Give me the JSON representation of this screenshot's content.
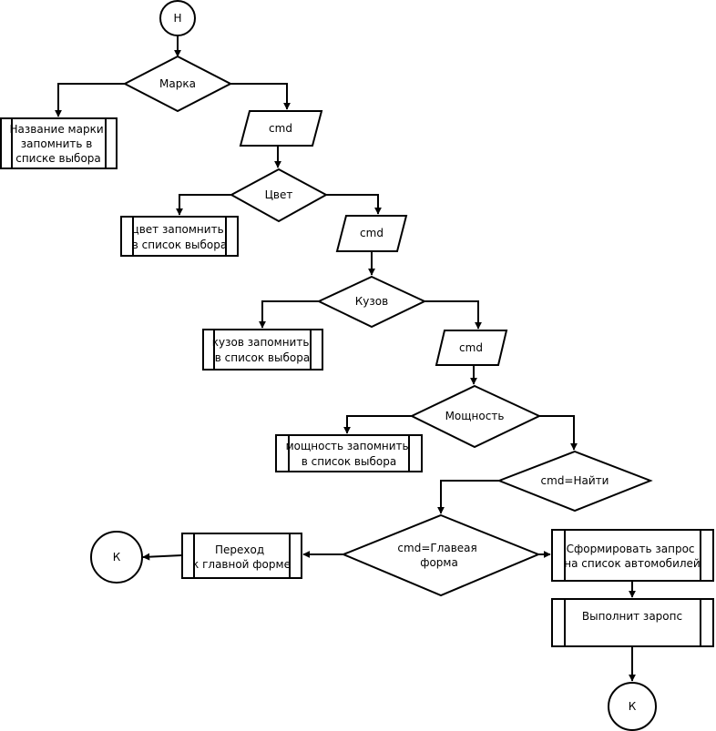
{
  "nodes": {
    "start": {
      "label": "Н"
    },
    "decision_brand": {
      "label": "Марка"
    },
    "process_save_brand": {
      "lines": [
        "Название марки",
        "запомнить в",
        "списке выбора"
      ]
    },
    "io_cmd_1": {
      "label": "cmd"
    },
    "decision_color": {
      "label": "Цвет"
    },
    "process_save_color": {
      "lines": [
        "цвет запомнить",
        "в список выбора"
      ]
    },
    "io_cmd_2": {
      "label": "cmd"
    },
    "decision_body": {
      "label": "Кузов"
    },
    "process_save_body": {
      "lines": [
        "кузов запомнить",
        "в список выбора"
      ]
    },
    "io_cmd_3": {
      "label": "cmd"
    },
    "decision_power": {
      "label": "Мощность"
    },
    "process_save_power": {
      "lines": [
        "мощность запомнить",
        "в список выбора"
      ]
    },
    "decision_find": {
      "label": "cmd=Найти"
    },
    "decision_main_form": {
      "lines": [
        "cmd=Главеая",
        "форма"
      ]
    },
    "process_go_main": {
      "lines": [
        "Переход",
        "к главной форме"
      ]
    },
    "end_left": {
      "label": "К"
    },
    "process_build_query": {
      "lines": [
        "Сформировать запрос",
        "на список автомобилей"
      ]
    },
    "process_run_query": {
      "label": "Выполнит заропс"
    },
    "end_bottom": {
      "label": "К"
    }
  }
}
